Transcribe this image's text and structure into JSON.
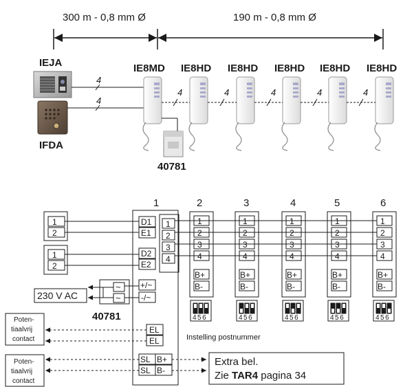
{
  "dimensions": {
    "left_span": "300 m - 0,8 mm Ø",
    "right_span": "190 m - 0,8 mm Ø"
  },
  "panels": {
    "top": "IEJA",
    "bottom": "IFDA"
  },
  "handsets": {
    "master": "IE8MD",
    "slaves": [
      "IE8HD",
      "IE8HD",
      "IE8HD",
      "IE8HD",
      "IE8HD"
    ]
  },
  "wire_count": "4",
  "power_supply": "40781",
  "wiring": {
    "columns": [
      "1",
      "2",
      "3",
      "4",
      "5",
      "6"
    ],
    "panel_terminals": [
      "1",
      "2"
    ],
    "master_terminals": {
      "door1": [
        "D1",
        "E1"
      ],
      "door2": [
        "D2",
        "E2"
      ],
      "power": [
        "+/~",
        "-/~"
      ],
      "el": [
        "EL",
        "EL"
      ],
      "sl": [
        "SL",
        "SL"
      ],
      "bell": [
        "B+",
        "B-"
      ]
    },
    "bus_terminals": [
      "1",
      "2",
      "3",
      "4"
    ],
    "slave_bell": [
      "B+",
      "B-"
    ],
    "psu_symbol": "~",
    "voltage": "230 V AC",
    "psu_label": "40781",
    "dip_numbers": "456",
    "dip_caption": "Instelling postnummer",
    "contact1": [
      "Poten-",
      "tiaalvrij",
      "contact"
    ],
    "contact2": [
      "Poten-",
      "tiaalvrij",
      "contact"
    ],
    "extra_line1": "Extra bel.",
    "extra_line2_pre": "Zie ",
    "extra_line2_bold": "TAR4",
    "extra_line2_post": " pagina 34"
  },
  "colors": {
    "line": "#1a1a1a",
    "panel_steel": "#b9b9b9",
    "panel_bronze": "#6b5a4a",
    "handset": "#f2f2f2"
  }
}
